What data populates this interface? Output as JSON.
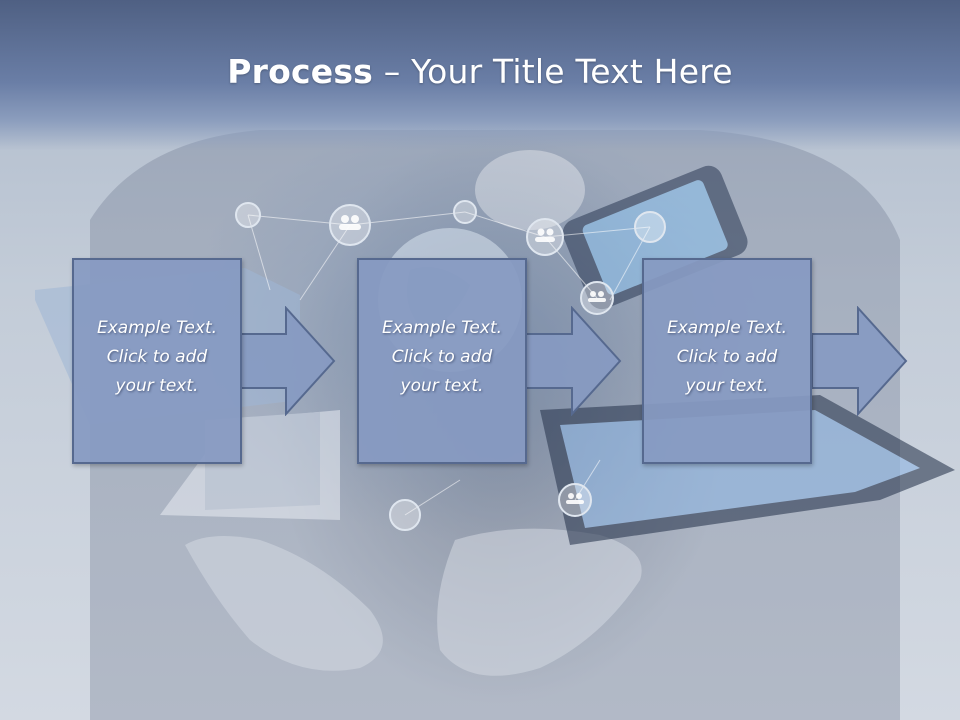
{
  "title": {
    "bold_part": "Process",
    "rest_part": " – Your Title Text Here"
  },
  "steps": [
    {
      "text": "Example Text.\nClick  to add\nyour text."
    },
    {
      "text": "Example Text.\nClick  to add\nyour text."
    },
    {
      "text": "Example Text.\nClick  to add\nyour text."
    }
  ],
  "colors": {
    "title_band": "#5e7098",
    "box_fill": "#869ac2",
    "box_border": "#56698f",
    "text": "#ffffff"
  },
  "background": {
    "icons": [
      "user-group-icon",
      "laptop-icon",
      "tablet-icon",
      "smartphone-icon",
      "globe-icon",
      "hands-icon"
    ]
  }
}
